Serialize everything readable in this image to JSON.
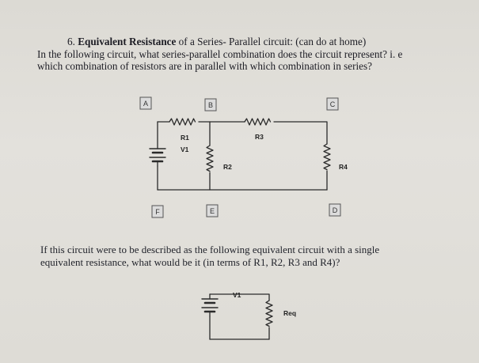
{
  "question": {
    "number": "6.",
    "title": "Equivalent Resistance",
    "title_rest": "of a Series- Parallel circuit: (can do at home)",
    "line2": "In the following circuit, what series-parallel combination does the circuit represent? i. e",
    "line3": "which combination of resistors are in parallel with which combination in series?"
  },
  "circuit": {
    "nodes": {
      "a": "A",
      "b": "B",
      "c": "C",
      "d": "D",
      "e": "E",
      "f": "F"
    },
    "components": {
      "r1": "R1",
      "v1": "V1",
      "r2": "R2",
      "r3": "R3",
      "r4": "R4"
    }
  },
  "followup": {
    "line1": "If this circuit were to be described as the following equivalent circuit with a single",
    "line2": "equivalent resistance, what would be it (in terms of R1, R2, R3 and R4)?"
  },
  "equivalent": {
    "v1": "V1",
    "req": "Req"
  }
}
